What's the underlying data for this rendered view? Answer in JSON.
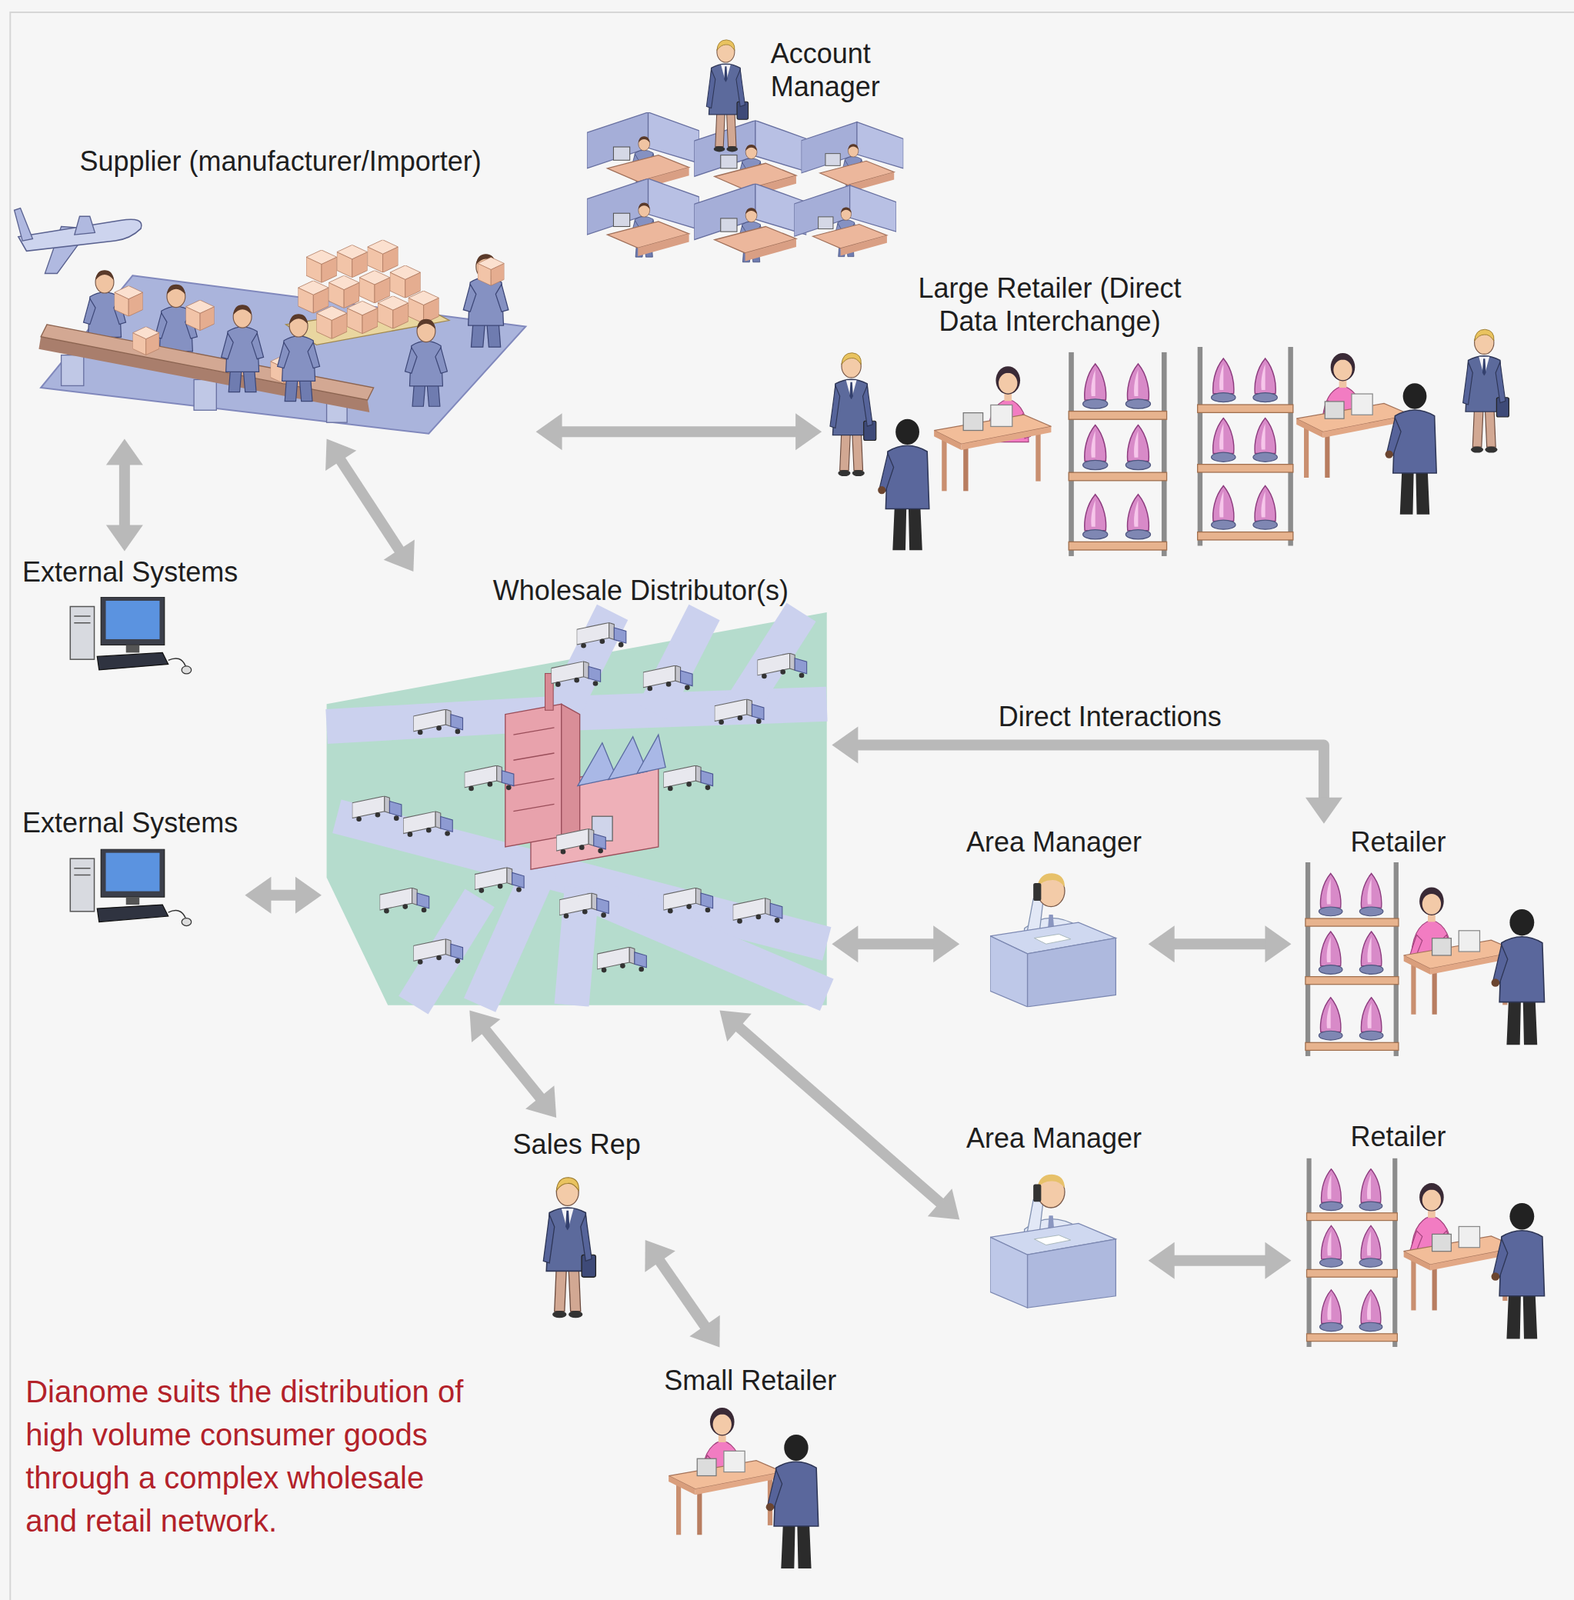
{
  "diagram": {
    "caption": "Dianome suits the distribution of high volume consumer goods through a complex wholesale and retail network.",
    "nodes": [
      {
        "text": [
          "Account Manager"
        ]
      },
      {
        "text": [
          "Supplier (manufacturer/Importer)"
        ]
      },
      {
        "text": [
          "Large Retailer (Direct Data Interchange)"
        ]
      },
      {
        "text": [
          "External Systems"
        ]
      },
      {
        "text": [
          "Wholesale Distributor(s)"
        ]
      },
      {
        "text": [
          "External Systems"
        ]
      },
      {
        "text": [
          "Area Manager"
        ]
      },
      {
        "text": [
          "Retailer"
        ]
      },
      {
        "text": [
          "Sales Rep"
        ]
      },
      {
        "text": [
          "Area Manager"
        ]
      },
      {
        "text": [
          "Retailer"
        ]
      },
      {
        "text": [
          "Small Retailer"
        ]
      }
    ],
    "edges": [
      {
        "from": 1,
        "to": 2,
        "arrow": "both"
      },
      {
        "from": 1,
        "to": 3,
        "arrow": "both"
      },
      {
        "from": 1,
        "to": 4,
        "arrow": "both"
      },
      {
        "from": 5,
        "to": 4,
        "arrow": "both"
      },
      {
        "from": 4,
        "to": 7,
        "arrow": "both",
        "label": "Direct Interactions"
      },
      {
        "from": 4,
        "to": 6,
        "arrow": "both"
      },
      {
        "from": 6,
        "to": 7,
        "arrow": "both"
      },
      {
        "from": 4,
        "to": 8,
        "arrow": "both"
      },
      {
        "from": 8,
        "to": 11,
        "arrow": "both"
      },
      {
        "from": 4,
        "to": 9,
        "arrow": "both"
      },
      {
        "from": 9,
        "to": 10,
        "arrow": "both"
      }
    ]
  }
}
